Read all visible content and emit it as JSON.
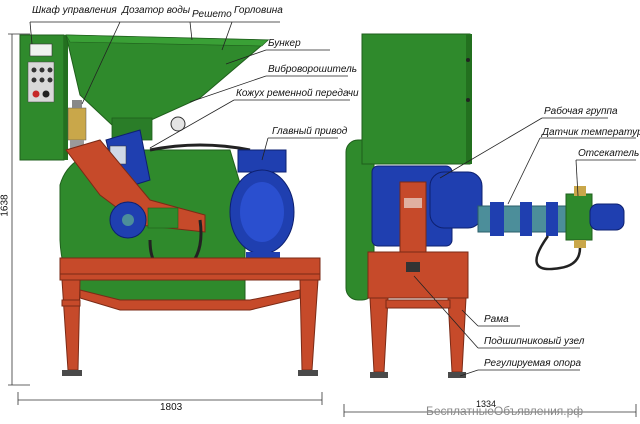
{
  "labels": {
    "control_cabinet": "Шкаф управления",
    "water_doser": "Дозатор воды",
    "sieve": "Решето",
    "neck": "Горловина",
    "hopper": "Бункер",
    "vibro_agitator": "Виброворошитель",
    "belt_cover": "Кожух ременной передачи",
    "main_drive": "Главный привод",
    "working_group": "Рабочая группа",
    "temp_sensor": "Датчик температуры",
    "cutter": "Отсекатель",
    "frame": "Рама",
    "bearing_unit": "Подшипниковый узел",
    "adjustable_support": "Регулируемая опора"
  },
  "dimensions": {
    "height": "1638",
    "length": "1803",
    "width": "1334"
  },
  "watermark": {
    "site": "БесплатныеОбъявления.рф"
  },
  "colors": {
    "green": "#2f8a2c",
    "green_dark": "#1f5f1c",
    "red": "#c64a2a",
    "blue": "#1f3fb0",
    "teal": "#4c8e9a"
  }
}
